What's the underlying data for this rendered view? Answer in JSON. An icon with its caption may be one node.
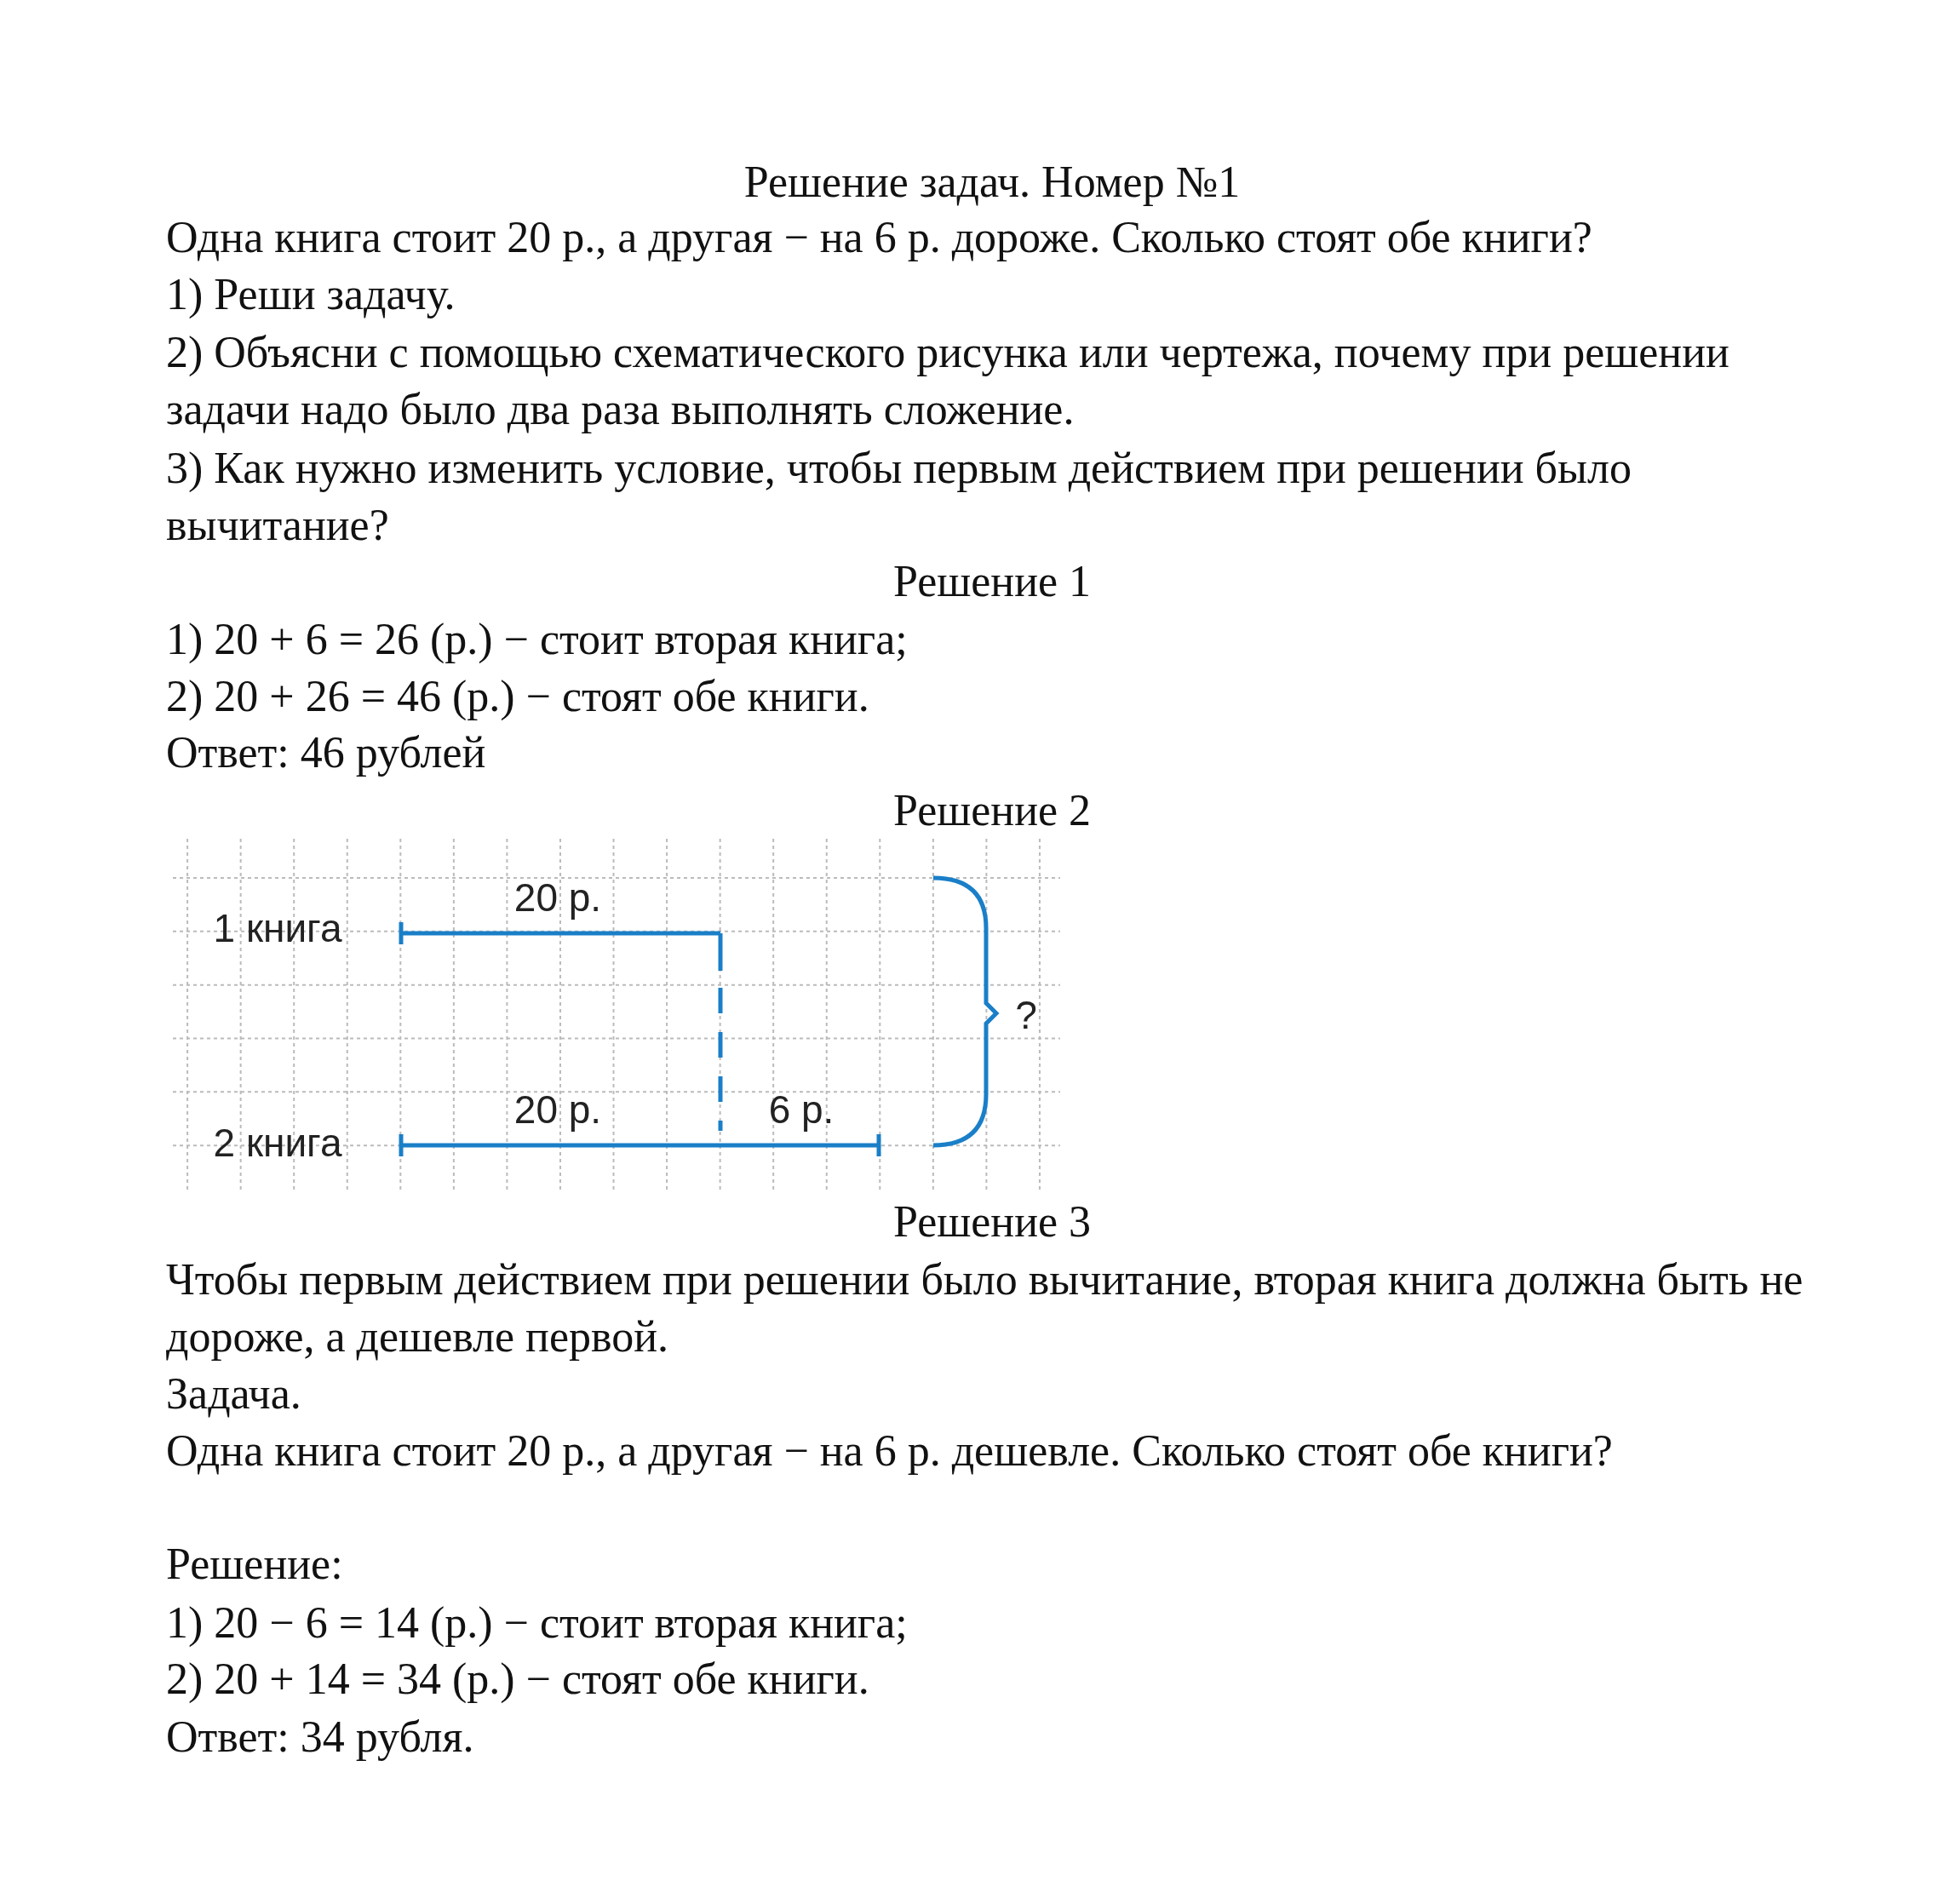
{
  "diagram": {
    "title": "Решение задач. Номер №1",
    "labels": [
      "Одна книга стоит 20 р., а другая − на 6 р. дороже. Сколько стоят обе книги?",
      "1) Реши задачу.",
      "2) Объясни с помощью схематического рисунка или чертежа, почему при решении задачи надо было два раза выполнять сложение.",
      "3) Как нужно изменить условие, чтобы первым действием при решении было вычитание?",
      "Решение 1",
      "1) 20 + 6 = 26 (р.) − стоит вторая книга;",
      "2) 20 + 26 = 46 (р.) − стоят обе книги.",
      "Ответ: 46 рублей",
      "Решение 2",
      "1 книга",
      "20 р.",
      "2 книга",
      "20 р.",
      "6 р.",
      "?",
      "Решение 3",
      "Чтобы первым действием при решении было вычитание, вторая книга должна быть не дороже, а дешевле первой.",
      "Задача.",
      "Одна книга стоит 20 р., а другая − на 6 р. дешевле. Сколько стоят обе книги?",
      "Решение:",
      "1) 20 − 6 = 14 (р.) − стоит вторая книга;",
      "2) 20 + 14 = 34 (р.) − стоят обе книги.",
      "Ответ: 34 рубля."
    ]
  }
}
